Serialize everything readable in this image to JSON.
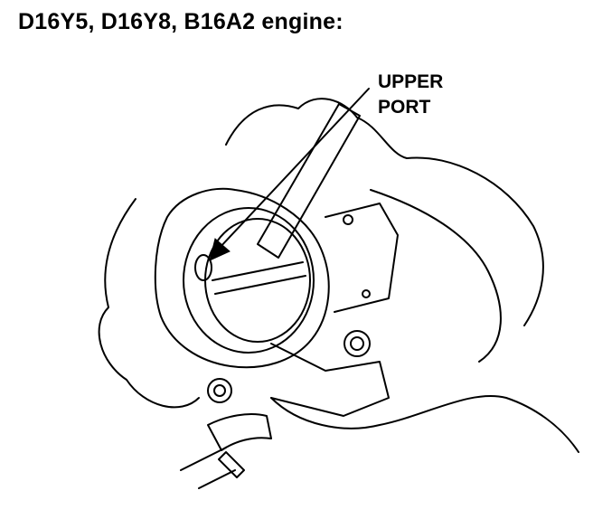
{
  "title": "D16Y5, D16Y8, B16A2 engine:",
  "callout": {
    "line1": "UPPER",
    "line2": "PORT"
  }
}
